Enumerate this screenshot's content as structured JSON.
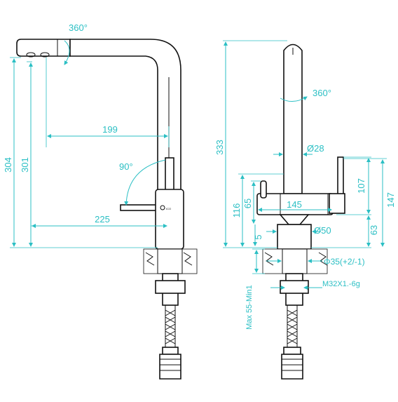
{
  "colors": {
    "dimension": "#2bbfc4",
    "outline": "#111111",
    "background": "#ffffff"
  },
  "side_view": {
    "rotation_label": "360°",
    "height_total": "304",
    "height_spout": "301",
    "reach_inner": "199",
    "lever_angle": "90°",
    "reach_outer": "225"
  },
  "front_view": {
    "rotation_label": "360°",
    "height_total": "333",
    "spout_diameter": "Ø28",
    "body_height": "116",
    "lever_height": "65",
    "body_width": "145",
    "lever_span": "107",
    "handle_height": "147",
    "base_offset": "5",
    "base_diameter": "Ø50",
    "base_height": "63",
    "hole_diameter": "Φ35(+2/-1)",
    "thread": "M32X1.-6g",
    "max_mount": "Max 55-Min1"
  }
}
